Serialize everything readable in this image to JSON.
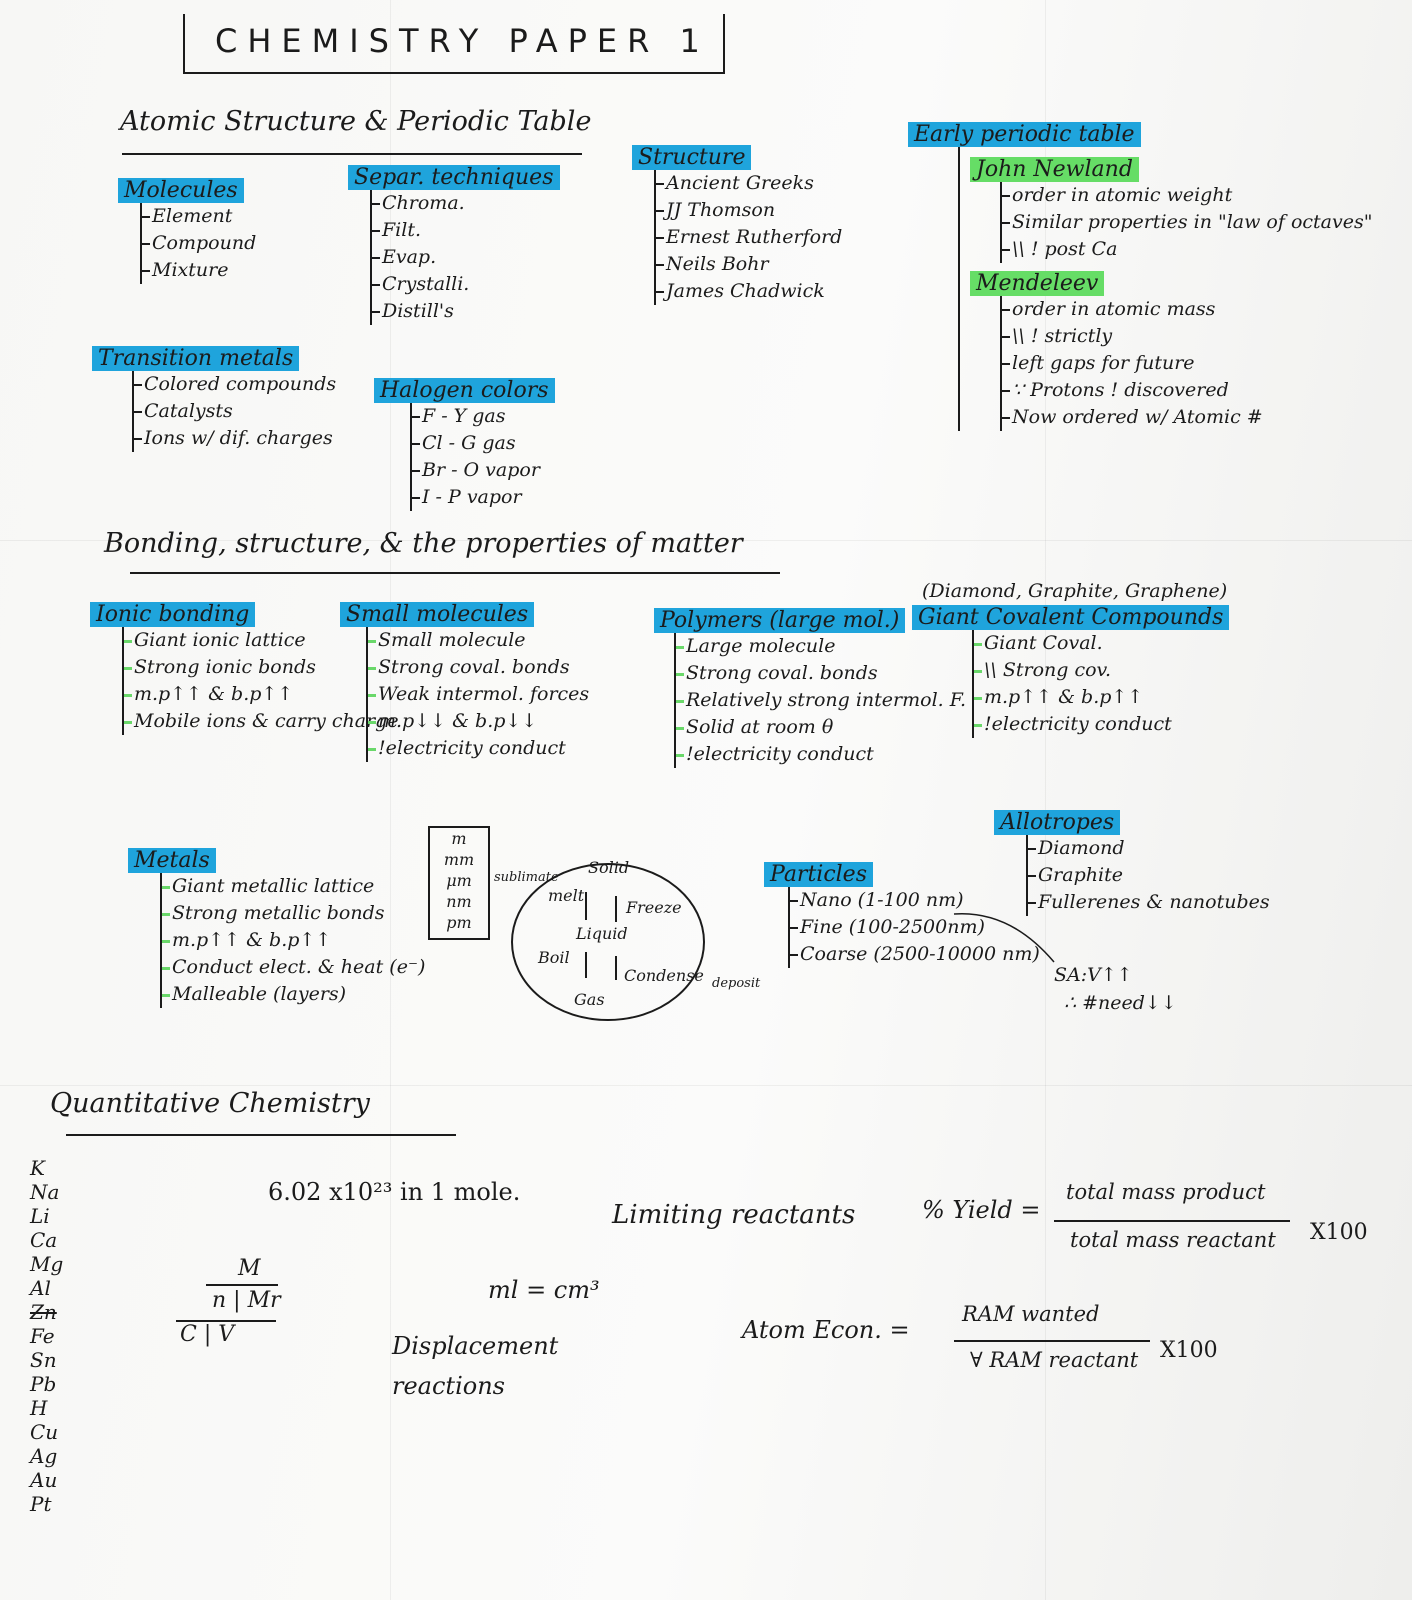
{
  "title": "CHEMISTRY PAPER 1",
  "sections": {
    "atomic": "Atomic Structure & Periodic Table",
    "bonding": "Bonding, structure, & the properties of matter",
    "quantitative": "Quantitative Chemistry"
  },
  "molecules": {
    "heading": "Molecules",
    "items": [
      "Element",
      "Compound",
      "Mixture"
    ]
  },
  "separation": {
    "heading": "Separ. techniques",
    "items": [
      "Chroma.",
      "Filt.",
      "Evap.",
      "Crystalli.",
      "Distill's"
    ]
  },
  "structure": {
    "heading": "Structure",
    "items": [
      "Ancient Greeks",
      "JJ Thomson",
      "Ernest Rutherford",
      "Neils Bohr",
      "James Chadwick"
    ]
  },
  "early_periodic": {
    "heading": "Early periodic table",
    "newlands": {
      "name": "John Newland",
      "items": [
        "order in atomic weight",
        "Similar properties in \"law of octaves\"",
        "\\\\ ! post Ca"
      ]
    },
    "mendeleev": {
      "name": "Mendeleev",
      "items": [
        "order in atomic mass",
        "\\\\ ! strictly",
        "left gaps for future",
        "∵ Protons ! discovered",
        "Now ordered w/ Atomic #"
      ]
    }
  },
  "transition": {
    "heading": "Transition metals",
    "items": [
      "Colored compounds",
      "Catalysts",
      "Ions w/ dif. charges"
    ]
  },
  "halogen": {
    "heading": "Halogen colors",
    "items": [
      "F - Y gas",
      "Cl - G gas",
      "Br - O vapor",
      "I - P vapor"
    ]
  },
  "ionic": {
    "heading": "Ionic bonding",
    "items": [
      "Giant ionic lattice",
      "Strong ionic bonds",
      "m.p↑↑ & b.p↑↑",
      "Mobile ions & carry charge"
    ]
  },
  "small_molecules": {
    "heading": "Small molecules",
    "items": [
      "Small molecule",
      "Strong coval. bonds",
      "Weak intermol. forces",
      "m.p↓↓ & b.p↓↓",
      "!electricity conduct"
    ]
  },
  "polymers": {
    "heading": "Polymers (large mol.)",
    "items": [
      "Large molecule",
      "Strong coval. bonds",
      "Relatively strong intermol. F.",
      "Solid at room θ",
      "!electricity conduct"
    ]
  },
  "giant_covalent": {
    "note": "(Diamond, Graphite, Graphene)",
    "heading": "Giant Covalent Compounds",
    "items": [
      "Giant Coval.",
      "\\\\ Strong cov.",
      "m.p↑↑ & b.p↑↑",
      "!electricity conduct"
    ]
  },
  "allotropes": {
    "heading": "Allotropes",
    "items": [
      "Diamond",
      "Graphite",
      "Fullerenes & nanotubes"
    ]
  },
  "metals": {
    "heading": "Metals",
    "items": [
      "Giant metallic lattice",
      "Strong metallic bonds",
      "m.p↑↑ & b.p↑↑",
      "Conduct elect. & heat (e⁻)",
      "Malleable (layers)"
    ]
  },
  "units": [
    "m",
    "mm",
    "μm",
    "nm",
    "pm"
  ],
  "states": {
    "solid": "Solid",
    "liquid": "Liquid",
    "gas": "Gas",
    "melt": "melt",
    "freeze": "Freeze",
    "boil": "Boil",
    "condense": "Condense",
    "sublimate": "sublimate",
    "deposit": "deposit"
  },
  "particles": {
    "heading": "Particles",
    "items": [
      "Nano (1-100 nm)",
      "Fine (100-2500nm)",
      "Coarse (2500-10000 nm)"
    ],
    "note1": "SA:V↑↑",
    "note2": "∴ #need↓↓"
  },
  "reactivity": [
    "K",
    "Na",
    "Li",
    "Ca",
    "Mg",
    "Al",
    "Zn",
    "Fe",
    "Sn",
    "Pb",
    "H",
    "Cu",
    "Ag",
    "Au",
    "Pt"
  ],
  "quant": {
    "avogadro": "6.02 x10²³ in 1 mole.",
    "limiting": "Limiting reactants",
    "triangle1_top": "M",
    "triangle1_bottom": "n | Mr",
    "triangle2": "C | V",
    "ml": "ml = cm³",
    "displacement": "Displacement reactions",
    "yield_label": "% Yield =",
    "yield_num": "total mass product",
    "yield_den": "total mass reactant",
    "x100": "X100",
    "atom_label": "Atom Econ. =",
    "atom_num": "RAM wanted",
    "atom_den": "∀ RAM reactant"
  }
}
